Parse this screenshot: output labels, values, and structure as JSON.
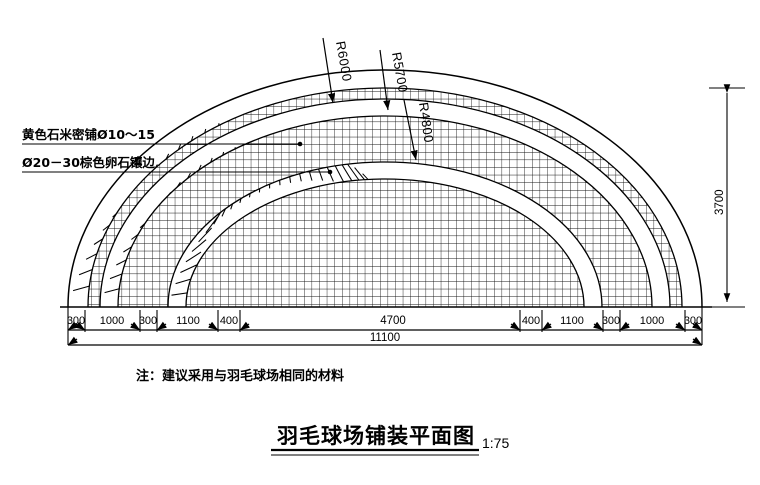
{
  "drawing": {
    "title": "羽毛球场铺装平面图",
    "scale": "1:75",
    "note": "注：建议采用与羽毛球场相同的材料",
    "annotations": [
      {
        "id": "paving-yellow",
        "text": "黄色石米密铺Ø10～15"
      },
      {
        "id": "pebble-edge",
        "text": "Ø20－30棕色卵石镶边"
      }
    ],
    "radii": [
      {
        "id": "r6000",
        "label": "R6000"
      },
      {
        "id": "r5700",
        "label": "R5700"
      },
      {
        "id": "r4800",
        "label": "R4800"
      }
    ],
    "dimensions": {
      "vertical": {
        "label": "3700"
      },
      "overall": {
        "label": "11100"
      },
      "center": {
        "label": "4700"
      },
      "chain": [
        "300",
        "1000",
        "300",
        "1100",
        "400",
        "4700",
        "400",
        "1100",
        "300",
        "1000",
        "300"
      ],
      "left_segments": [
        "300",
        "1000",
        "300",
        "1100",
        "400"
      ],
      "right_segments": [
        "400",
        "1100",
        "300",
        "1000",
        "300"
      ]
    },
    "colors": {
      "line": "#000000",
      "background": "#ffffff",
      "grid": "#1a1a1a",
      "paver_fill": "#ffffff"
    }
  }
}
